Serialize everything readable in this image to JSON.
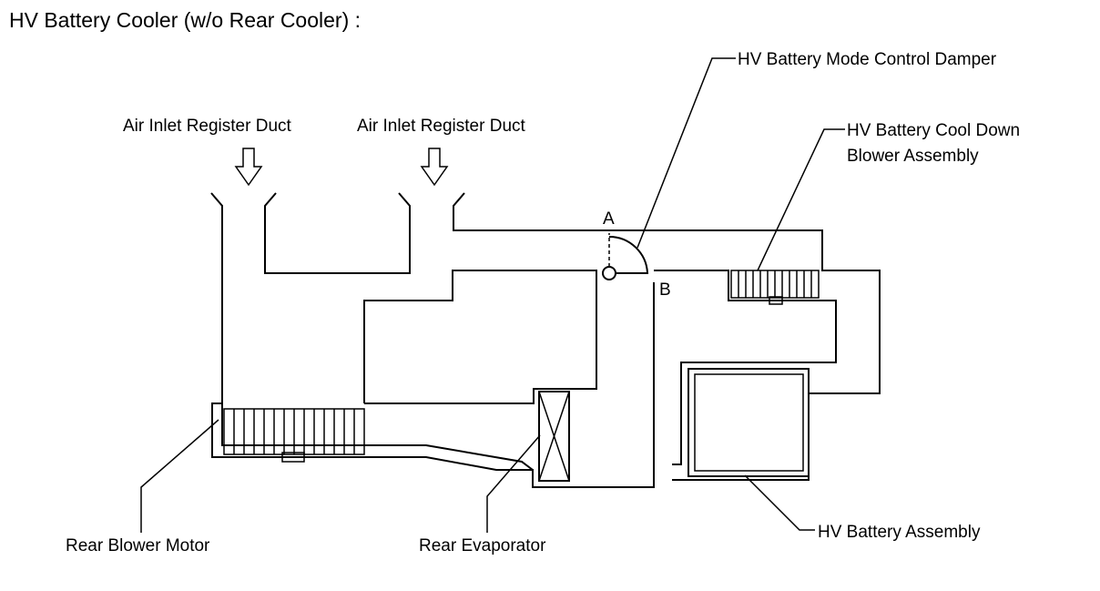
{
  "title": "HV Battery Cooler (w/o Rear Cooler) :",
  "labels": {
    "air_inlet_left": "Air Inlet Register Duct",
    "air_inlet_right": "Air Inlet Register Duct",
    "mode_damper": "HV Battery Mode Control Damper",
    "cool_down_line1": "HV Battery Cool Down",
    "cool_down_line2": "Blower Assembly",
    "point_a": "A",
    "point_b": "B",
    "rear_blower_motor": "Rear Blower Motor",
    "rear_evaporator": "Rear Evaporator",
    "battery_assembly": "HV Battery Assembly"
  },
  "colors": {
    "line": "#000000",
    "background": "#ffffff"
  }
}
